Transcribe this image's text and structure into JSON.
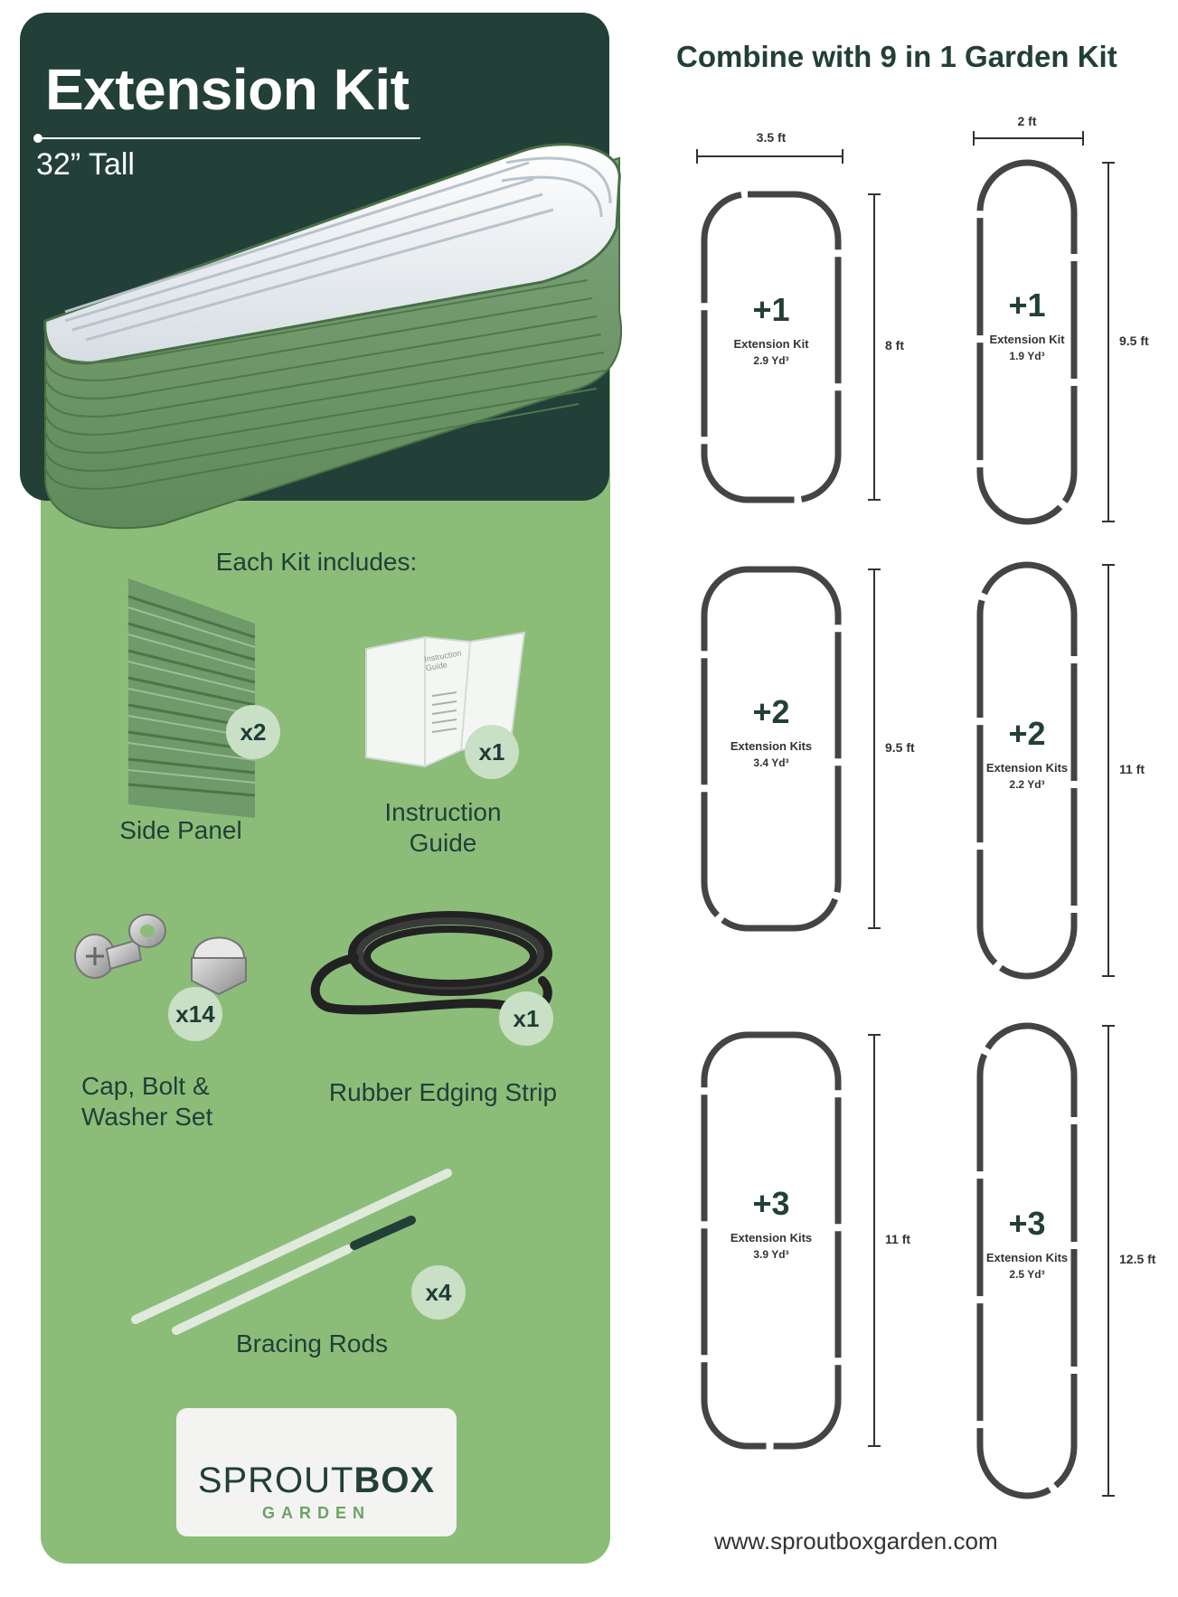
{
  "colors": {
    "dark_green": "#223f38",
    "light_green": "#8bbd79",
    "badge": "#c9dfc6",
    "outline": "#444444"
  },
  "header": {
    "title": "Extension Kit",
    "subtitle": "32” Tall"
  },
  "includes": {
    "heading": "Each Kit includes:",
    "items": [
      {
        "icon": "side-panel-icon",
        "label": "Side Panel",
        "count": "x2"
      },
      {
        "icon": "instruction-guide-icon",
        "label": "Instruction\nGuide",
        "count": "x1",
        "graphic_text": "Instruction Guide"
      },
      {
        "icon": "bolt-cap-washer-icon",
        "label": "Cap, Bolt &\nWasher Set",
        "count": "x14"
      },
      {
        "icon": "rubber-edging-icon",
        "label": "Rubber Edging Strip",
        "count": "x1"
      },
      {
        "icon": "bracing-rods-icon",
        "label": "Bracing Rods",
        "count": "x4"
      }
    ]
  },
  "logo": {
    "main_left": "SPROUT",
    "main_right": "BOX",
    "sub": "GARDEN",
    "icon": "sprout-leaf-icon"
  },
  "combine": {
    "heading": "Combine with 9 in 1 Garden Kit",
    "column_widths": [
      "3.5 ft",
      "2 ft"
    ],
    "configs": [
      {
        "plus": "+1",
        "kits": "Extension Kit",
        "volume": "2.9 Yd³",
        "length": "8 ft"
      },
      {
        "plus": "+1",
        "kits": "Extension Kit",
        "volume": "1.9 Yd³",
        "length": "9.5 ft"
      },
      {
        "plus": "+2",
        "kits": "Extension Kits",
        "volume": "3.4 Yd³",
        "length": "9.5 ft"
      },
      {
        "plus": "+2",
        "kits": "Extension Kits",
        "volume": "2.2 Yd³",
        "length": "11 ft"
      },
      {
        "plus": "+3",
        "kits": "Extension Kits",
        "volume": "3.9 Yd³",
        "length": "11 ft"
      },
      {
        "plus": "+3",
        "kits": "Extension Kits",
        "volume": "2.5 Yd³",
        "length": "12.5 ft"
      }
    ]
  },
  "footer": {
    "website": "www.sproutboxgarden.com"
  }
}
